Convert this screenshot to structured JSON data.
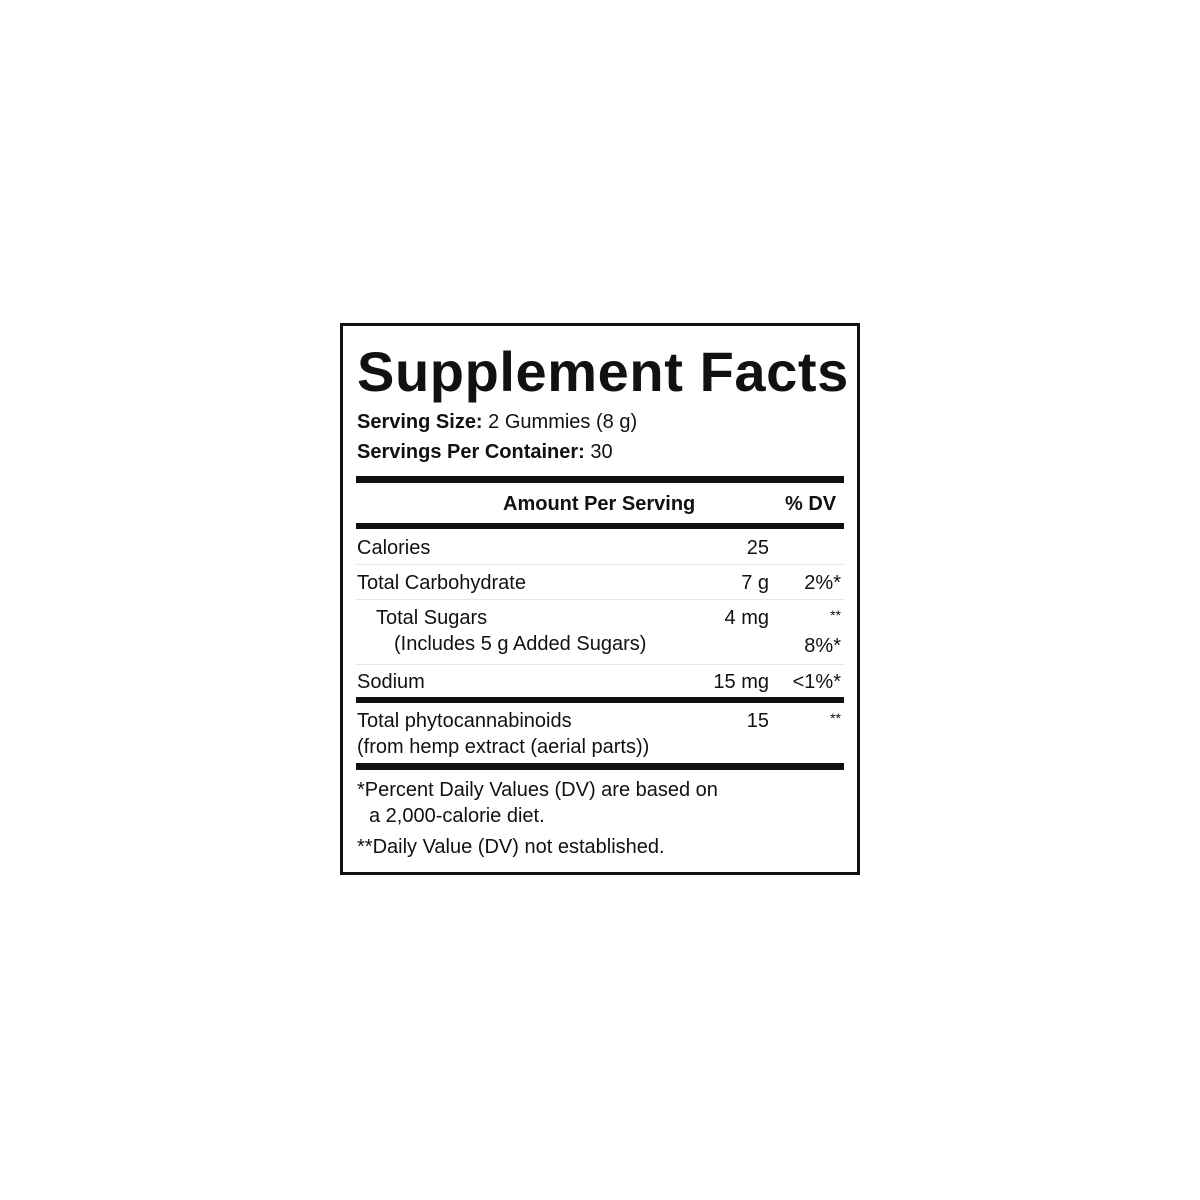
{
  "label": {
    "title": "Supplement Facts",
    "serving_size_label": "Serving Size:",
    "serving_size_value": "2 Gummies (8 g)",
    "servings_label": "Servings Per Container:",
    "servings_value": "30",
    "header_amount": "Amount Per Serving",
    "header_dv": "% DV",
    "rows": [
      {
        "name": "Calories",
        "amount": "25",
        "dv": ""
      },
      {
        "name": "Total Carbohydrate",
        "amount": "7 g",
        "dv": "2%*"
      },
      {
        "name": "Total Sugars",
        "amount": "4 mg",
        "dv": "**"
      },
      {
        "name": "(Includes 5 g Added Sugars)",
        "amount": "",
        "dv": "8%*"
      },
      {
        "name": "Sodium",
        "amount": "15 mg",
        "dv": "<1%*"
      },
      {
        "name": "Total phytocannabinoids",
        "amount": "15",
        "dv": "**"
      },
      {
        "name": "(from hemp extract (aerial parts))",
        "amount": "",
        "dv": ""
      }
    ],
    "footnote_1_line1": "*Percent Daily Values (DV) are based on",
    "footnote_1_line2": "a 2,000-calorie diet.",
    "footnote_2": "**Daily Value (DV) not established."
  }
}
